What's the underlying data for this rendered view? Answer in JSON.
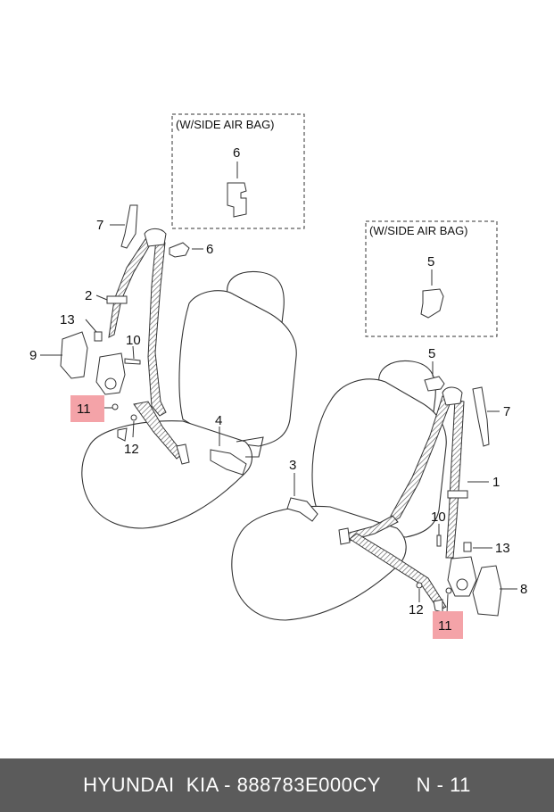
{
  "boxes": {
    "left_label": "(W/SIDE AIR BAG)",
    "right_label": "(W/SIDE AIR BAG)"
  },
  "callouts": {
    "c7_left": "7",
    "c6_box": "6",
    "c6_side": "6",
    "c2": "2",
    "c13_left": "13",
    "c10_left": "10",
    "c9": "9",
    "c11_left": "11",
    "c12_left": "12",
    "c4": "4",
    "c5_box": "5",
    "c5_side": "5",
    "c7_right": "7",
    "c1": "1",
    "c3": "3",
    "c10_right": "10",
    "c13_right": "13",
    "c8": "8",
    "c12_right": "12",
    "c11_right": "11"
  },
  "highlight_color": "#f4a3a8",
  "footer": {
    "brand": "HYUNDAI  KIA - 888783E000CY",
    "page": "N - 11"
  }
}
